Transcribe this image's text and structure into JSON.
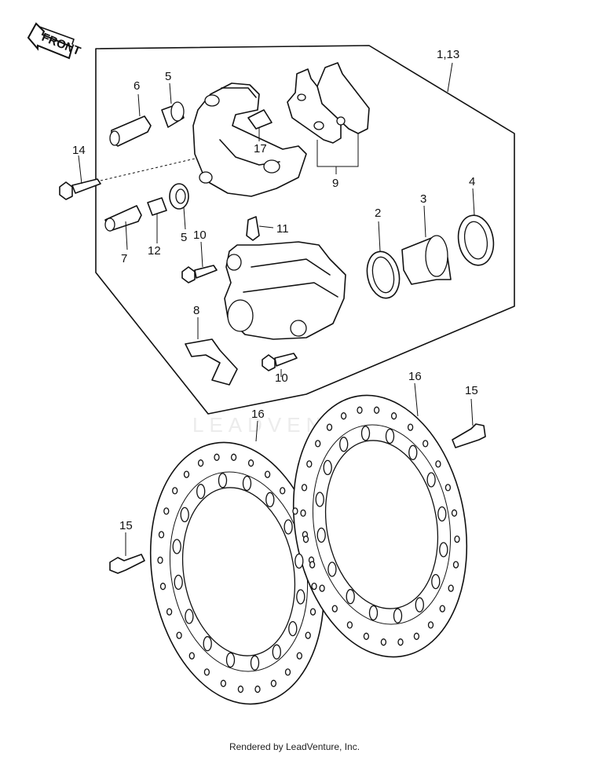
{
  "front_label": "FRONT",
  "watermark": "LEADVENTURE",
  "footer": "Rendered by LeadVenture, Inc.",
  "callouts": {
    "c1_13": "1,13",
    "c2": "2",
    "c3": "3",
    "c4": "4",
    "c5a": "5",
    "c5b": "5",
    "c6": "6",
    "c7": "7",
    "c8": "8",
    "c9": "9",
    "c10a": "10",
    "c10b": "10",
    "c11": "11",
    "c12": "12",
    "c14": "14",
    "c15a": "15",
    "c15b": "15",
    "c16a": "16",
    "c16b": "16",
    "c17": "17"
  }
}
